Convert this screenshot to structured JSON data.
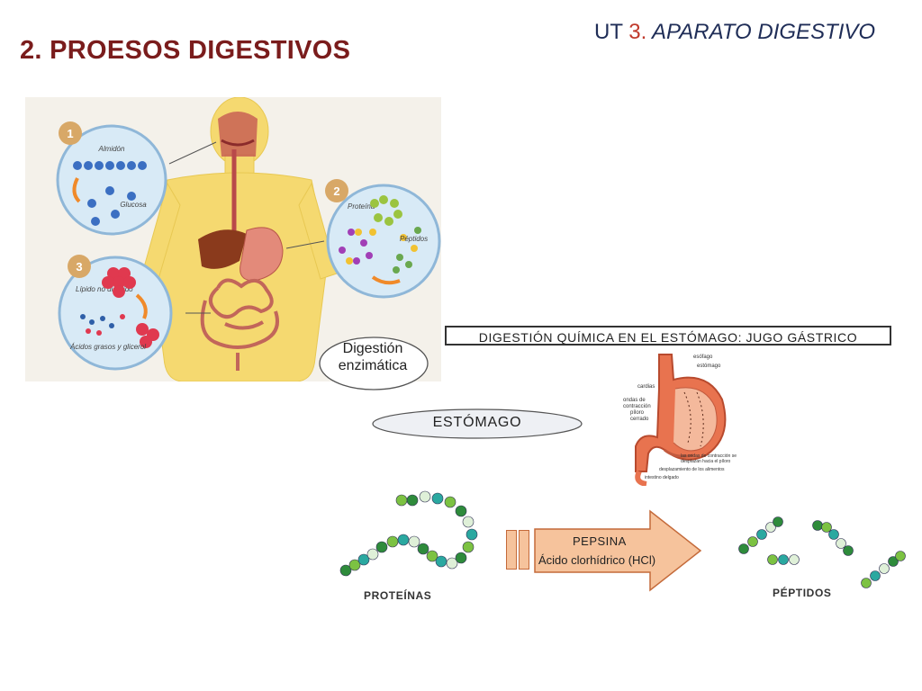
{
  "header": {
    "ut_prefix": "UT ",
    "ut_number": "3.",
    "ut_subject": " APARATO DIGESTIVO",
    "slide_title": "2. PROESOS DIGESTIVOS"
  },
  "body_figure": {
    "circles": [
      {
        "number": "1",
        "top_label": "Almidón",
        "bottom_label": "Glucosa"
      },
      {
        "number": "2",
        "top_label": "Proteína",
        "bottom_label": "Péptidos"
      },
      {
        "number": "3",
        "top_label": "Lípido no digerido",
        "bottom_label": "Ácidos grasos y glicerol"
      }
    ]
  },
  "stomach_section": {
    "banner": "DIGESTIÓN QUÍMICA EN EL ESTÓMAGO: JUGO GÁSTRICO",
    "enzymatic_label_line1": "Digestión",
    "enzymatic_label_line2": "enzimática",
    "organ_label": "ESTÓMAGO",
    "stomach_annotations": [
      "esófago",
      "estómago",
      "cardias",
      "ondas de contracción",
      "píloro cerrado",
      "las ondas de contracción se desplazan hacia el píloro",
      "desplazamiento de los alimentos",
      "intestino delgado"
    ]
  },
  "reaction": {
    "substrate": "PROTEÍNAS",
    "enzyme": "PEPSINA",
    "cofactor": "Ácido clorhídrico (HCl)",
    "product": "PÉPTIDOS"
  },
  "colors": {
    "title_red": "#7a1c1c",
    "ut_blue": "#1f2d57",
    "ut_number_red": "#c0392b",
    "arrow_fill": "#f6c39c",
    "arrow_stroke": "#c46a3a",
    "bead_dark_green": "#2e8b3b",
    "bead_light_green": "#7cc242",
    "bead_teal": "#2aa8a0",
    "bead_light": "#dff0d8"
  }
}
